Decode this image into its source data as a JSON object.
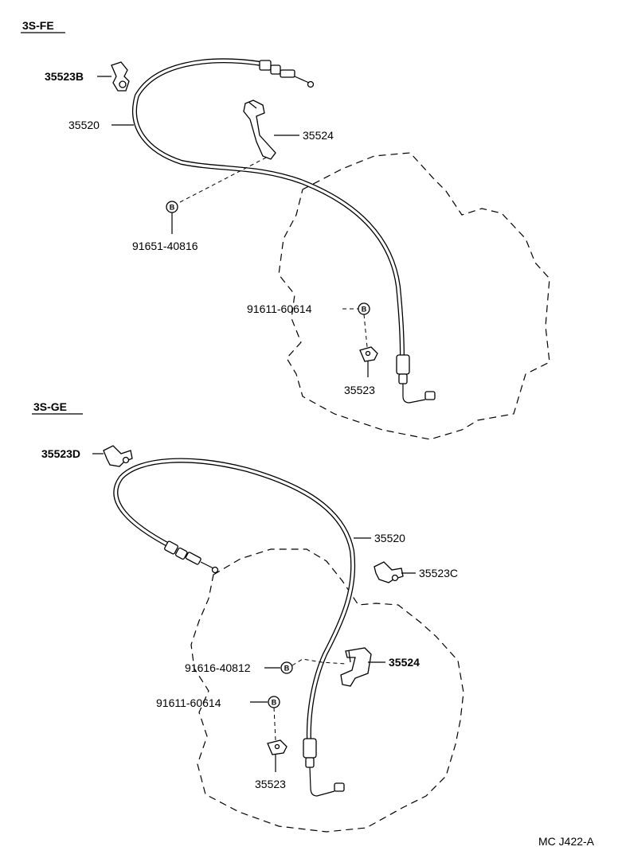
{
  "sections": [
    {
      "name": "3S-FE",
      "labels": {
        "clamp": "35523B",
        "cable": "35520",
        "bracket": "35524",
        "bolt_upper": "91651-40816",
        "bolt_lower": "91611-60614",
        "clip": "35523"
      }
    },
    {
      "name": "3S-GE",
      "labels": {
        "clamp_d": "35523D",
        "cable": "35520",
        "clamp_c": "35523C",
        "bolt_upper": "91616-40812",
        "bracket": "35524",
        "bolt_lower": "91611-60614",
        "clip": "35523"
      }
    }
  ],
  "bolt_marker": "B",
  "diagram_code": "MC J422-A"
}
